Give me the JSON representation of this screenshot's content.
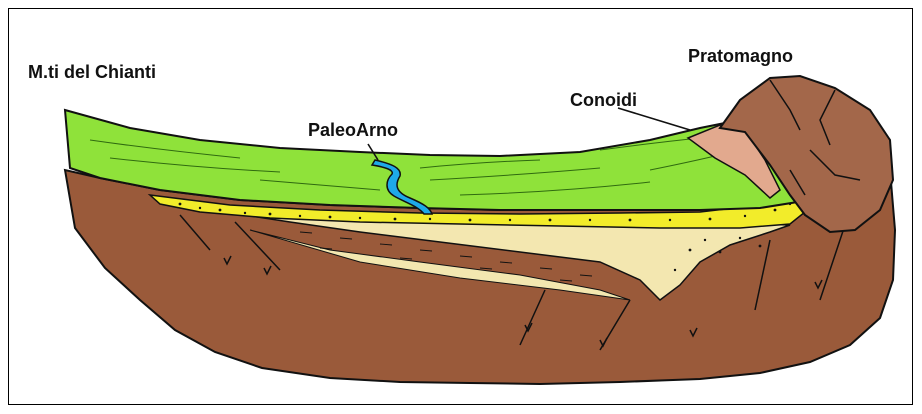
{
  "labels": {
    "chianti": "M.ti del Chianti",
    "paleoarno": "PaleoArno",
    "conoidi": "Conoidi",
    "pratomagno": "Pratomagno"
  },
  "colors": {
    "bedrock": "#9a5a3a",
    "plain": "#8fe23a",
    "river": "#1ea9e8",
    "gravel": "#f2ec2a",
    "sand": "#f3e7b0",
    "fan": "#e2a98e",
    "mountain": "#a3674a",
    "outline": "#111111"
  }
}
